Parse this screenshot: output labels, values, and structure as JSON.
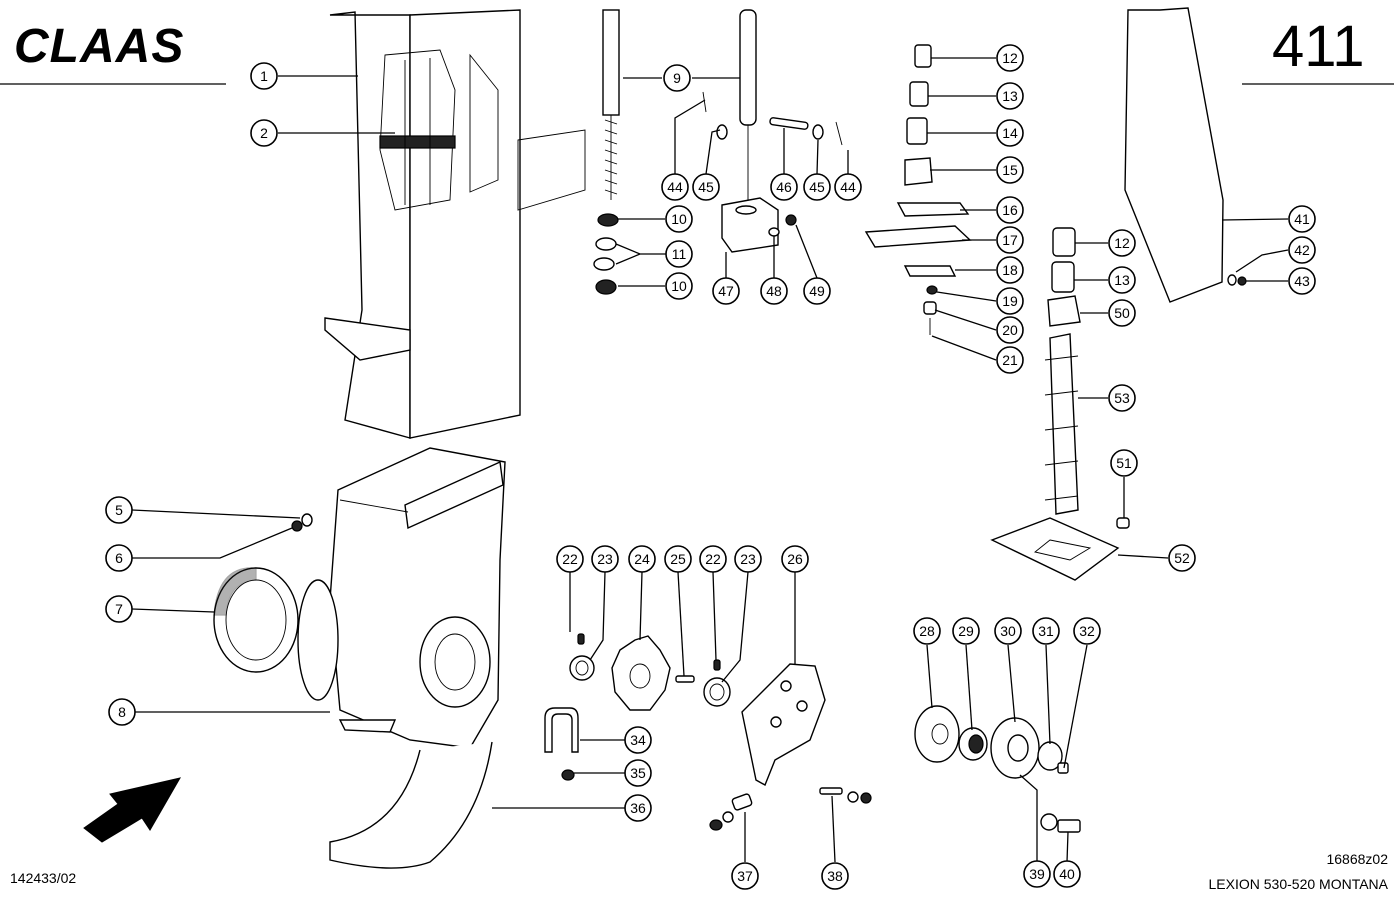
{
  "header": {
    "brand": "CLAAS",
    "page_number": "411"
  },
  "footer": {
    "left_code": "142433/02",
    "drawing_code": "16868z02",
    "model": "LEXION 530-520 MONTANA"
  },
  "callouts": [
    {
      "id": "c1",
      "label": "1"
    },
    {
      "id": "c2",
      "label": "2"
    },
    {
      "id": "c9",
      "label": "9"
    },
    {
      "id": "c44a",
      "label": "44"
    },
    {
      "id": "c45a",
      "label": "45"
    },
    {
      "id": "c46",
      "label": "46"
    },
    {
      "id": "c45b",
      "label": "45"
    },
    {
      "id": "c44b",
      "label": "44"
    },
    {
      "id": "c10a",
      "label": "10"
    },
    {
      "id": "c11",
      "label": "11"
    },
    {
      "id": "c10b",
      "label": "10"
    },
    {
      "id": "c47",
      "label": "47"
    },
    {
      "id": "c48",
      "label": "48"
    },
    {
      "id": "c49",
      "label": "49"
    },
    {
      "id": "c12a",
      "label": "12"
    },
    {
      "id": "c13a",
      "label": "13"
    },
    {
      "id": "c14",
      "label": "14"
    },
    {
      "id": "c15",
      "label": "15"
    },
    {
      "id": "c16",
      "label": "16"
    },
    {
      "id": "c17",
      "label": "17"
    },
    {
      "id": "c18",
      "label": "18"
    },
    {
      "id": "c19",
      "label": "19"
    },
    {
      "id": "c20",
      "label": "20"
    },
    {
      "id": "c21",
      "label": "21"
    },
    {
      "id": "c12b",
      "label": "12"
    },
    {
      "id": "c13b",
      "label": "13"
    },
    {
      "id": "c50",
      "label": "50"
    },
    {
      "id": "c53",
      "label": "53"
    },
    {
      "id": "c51",
      "label": "51"
    },
    {
      "id": "c52",
      "label": "52"
    },
    {
      "id": "c41",
      "label": "41"
    },
    {
      "id": "c42",
      "label": "42"
    },
    {
      "id": "c43",
      "label": "43"
    },
    {
      "id": "c5",
      "label": "5"
    },
    {
      "id": "c6",
      "label": "6"
    },
    {
      "id": "c7",
      "label": "7"
    },
    {
      "id": "c8",
      "label": "8"
    },
    {
      "id": "c22a",
      "label": "22"
    },
    {
      "id": "c23a",
      "label": "23"
    },
    {
      "id": "c24",
      "label": "24"
    },
    {
      "id": "c25",
      "label": "25"
    },
    {
      "id": "c22b",
      "label": "22"
    },
    {
      "id": "c23b",
      "label": "23"
    },
    {
      "id": "c26",
      "label": "26"
    },
    {
      "id": "c34",
      "label": "34"
    },
    {
      "id": "c35",
      "label": "35"
    },
    {
      "id": "c36",
      "label": "36"
    },
    {
      "id": "c37",
      "label": "37"
    },
    {
      "id": "c38",
      "label": "38"
    },
    {
      "id": "c28",
      "label": "28"
    },
    {
      "id": "c29",
      "label": "29"
    },
    {
      "id": "c30",
      "label": "30"
    },
    {
      "id": "c31",
      "label": "31"
    },
    {
      "id": "c32",
      "label": "32"
    },
    {
      "id": "c39",
      "label": "39"
    },
    {
      "id": "c40",
      "label": "40"
    }
  ]
}
